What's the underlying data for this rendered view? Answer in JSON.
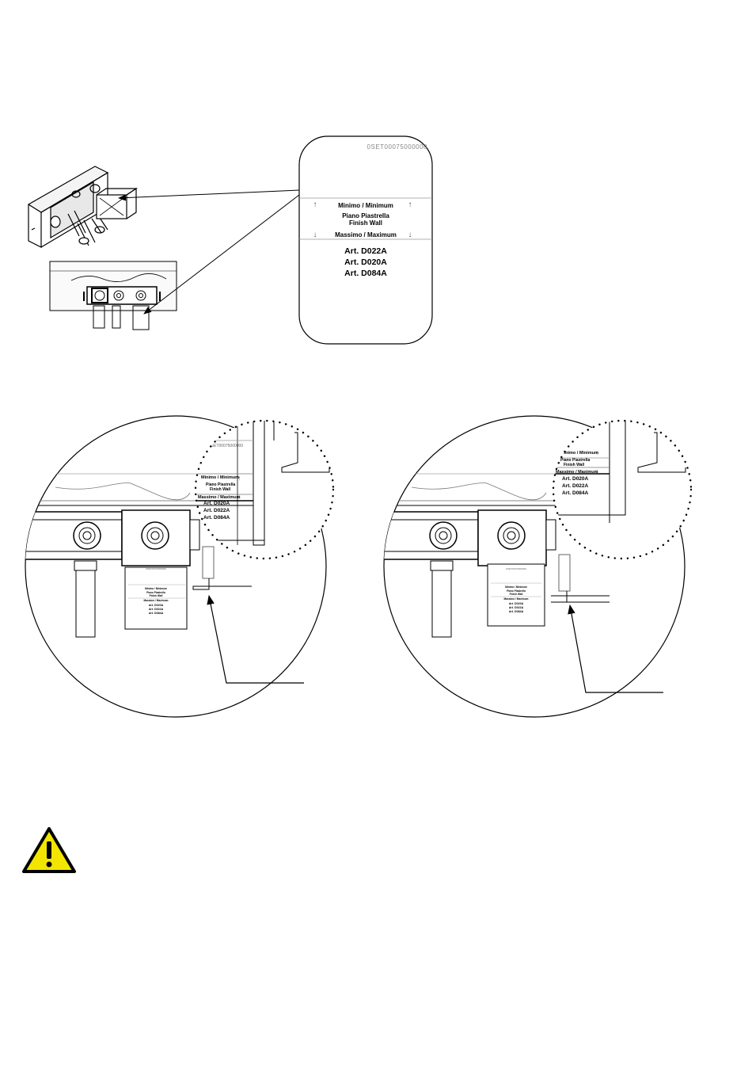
{
  "label_card": {
    "code": "0SET00075000000",
    "minimo": "Minimo / Minimum",
    "piano_line1": "Piano Piastrella",
    "piano_line2": "Finish Wall",
    "massimo": "Massimo / Maximum",
    "articles": [
      "Art. D022A",
      "Art. D020A",
      "Art. D084A"
    ]
  },
  "left_detail": {
    "code": "0SET00075000000",
    "minimo": "Minimo / Minimum",
    "piano_line1": "Piano Piastrella",
    "piano_line2": "Finish Wall",
    "massimo": "Massimo / Maximum",
    "articles": [
      "Art. D020A",
      "Art. D022A",
      "Art. D084A"
    ],
    "small_label": {
      "code": "0SET00075000000",
      "minimo": "Minimo / Minimum",
      "piano_line1": "Piano Piastrella",
      "piano_line2": "Finish Wall",
      "massimo": "Massimo / Maximum",
      "articles": [
        "Art. D020A",
        "Art. D022A",
        "Art. D084A"
      ]
    }
  },
  "right_detail": {
    "minimo": "Minimo / Minimum",
    "piano_line1": "Piano Piastrella",
    "piano_line2": "Finish Wall",
    "massimo": "Massimo / Maximum",
    "articles": [
      "Art. D020A",
      "Art. D022A",
      "Art. D084A"
    ],
    "small_label": {
      "code": "0SET00075000000",
      "minimo": "Minimo / Minimum",
      "piano_line1": "Piano Piastrella",
      "piano_line2": "Finish Wall",
      "massimo": "Massimo / Maximum",
      "articles": [
        "Art. D020A",
        "Art. D022A",
        "Art. D084A"
      ]
    }
  },
  "warning": {
    "icon": "warning-triangle-icon",
    "fill": "#f2e600"
  }
}
